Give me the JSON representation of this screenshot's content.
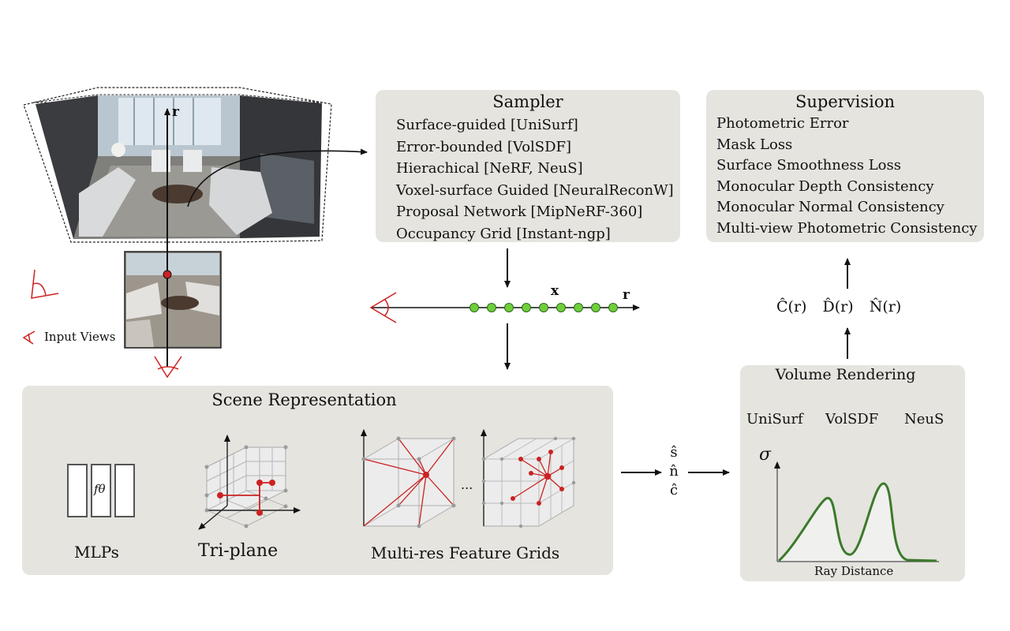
{
  "sampler": {
    "title": "Sampler",
    "items": [
      "Surface-guided [UniSurf]",
      "Error-bounded [VolSDF]",
      "Hierachical [NeRF, NeuS]",
      "Voxel-surface Guided [NeuralReconW]",
      "Proposal Network [MipNeRF-360]",
      "Occupancy Grid [Instant-ngp]"
    ]
  },
  "supervision": {
    "title": "Supervision",
    "items": [
      "Photometric Error",
      "Mask Loss",
      "Surface Smoothness Loss",
      "Monocular Depth Consistency",
      "Monocular Normal Consistency",
      "Multi-view Photometric Consistency"
    ]
  },
  "scene": {
    "title": "Scene Representation",
    "mlps_label": "MLPs",
    "mlp_symbol": "fθ",
    "triplane_label": "Tri-plane",
    "grids_label": "Multi-res Feature Grids",
    "ellipsis": "..."
  },
  "volume": {
    "title": "Volume Rendering",
    "methods": [
      "UniSurf",
      "VolSDF",
      "NeuS"
    ],
    "y_symbol": "σ",
    "x_label": "Ray Distance"
  },
  "ray": {
    "point_label": "x",
    "ray_label": "r"
  },
  "outputs": [
    "Ĉ(r)",
    "D̂(r)",
    "N̂(r)"
  ],
  "predictions": [
    "ŝ",
    "n̂",
    "ĉ"
  ],
  "input": {
    "label": "Input Views",
    "room_ray_label": "r"
  },
  "colors": {
    "panel": "#e5e4df",
    "accent_red": "#cc2222",
    "sample_green": "#6fcf3a",
    "curve_green": "#3b7a2a"
  }
}
